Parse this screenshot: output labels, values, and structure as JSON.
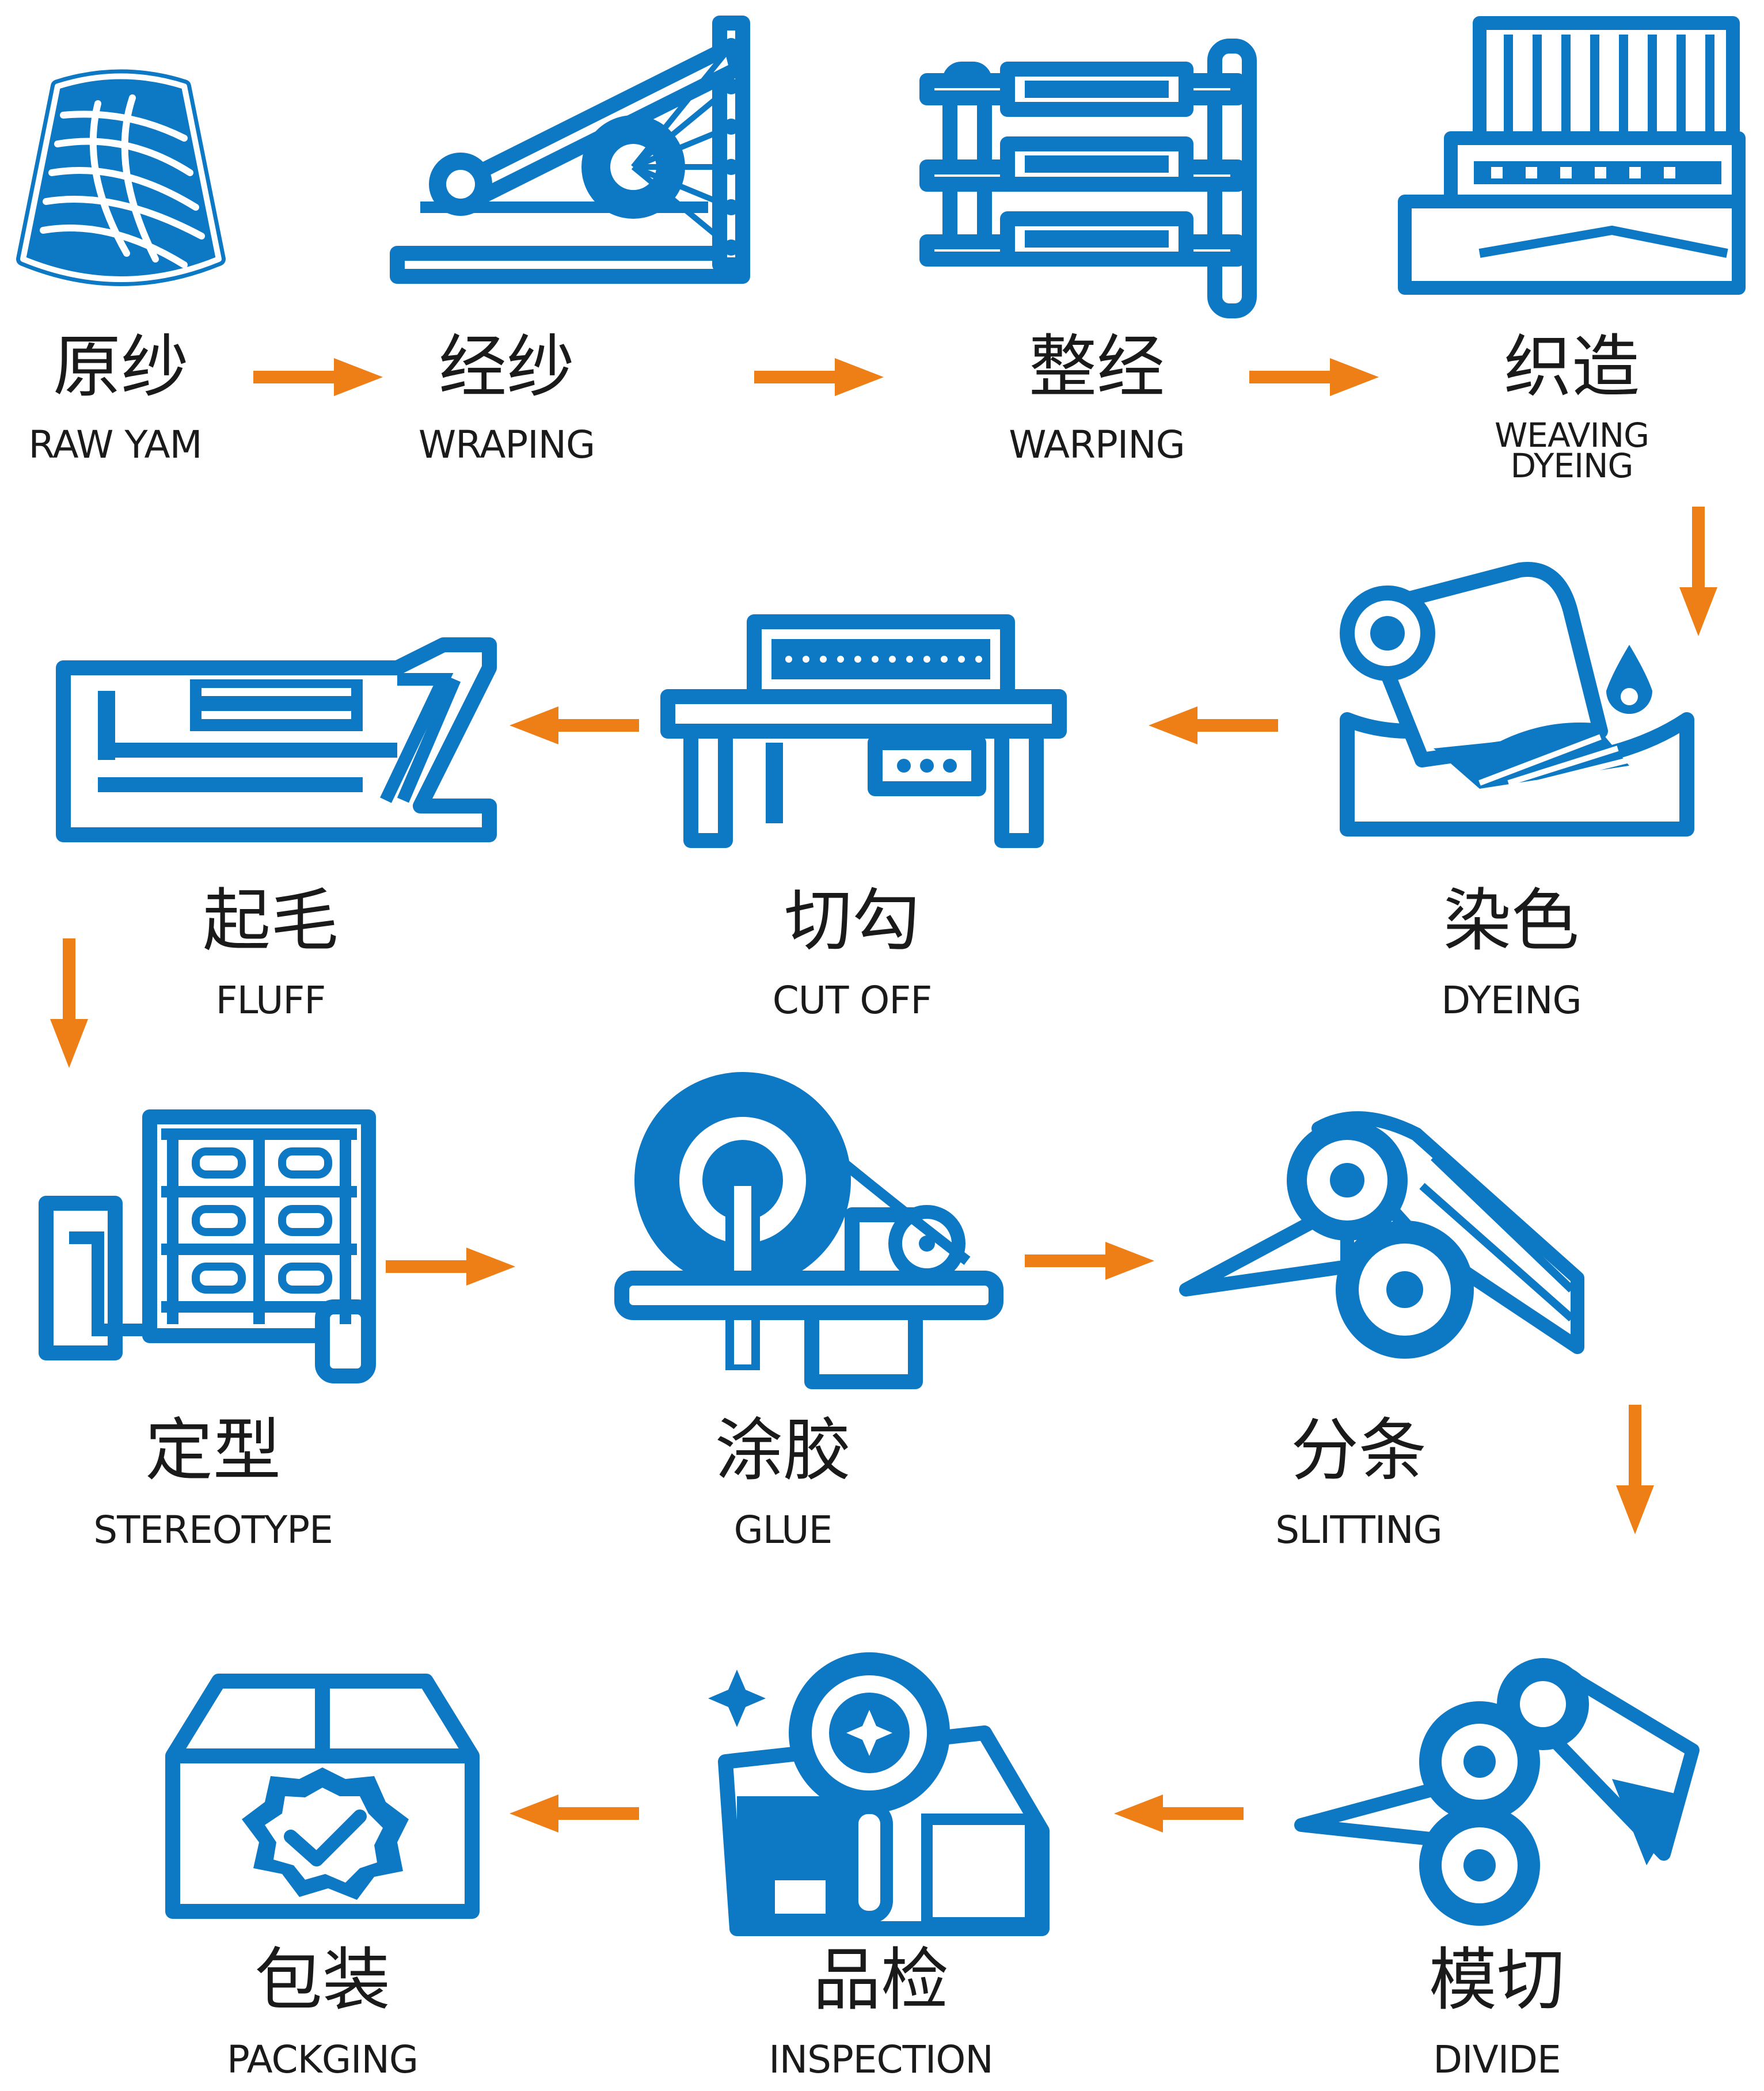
{
  "colors": {
    "icon_blue": "#0d78c4",
    "arrow_orange": "#ee7f17",
    "text": "#1a1a1a"
  },
  "steps": [
    {
      "zh": "原纱",
      "en": "RAW YAM",
      "icon": "yarn-cone-icon"
    },
    {
      "zh": "经纱",
      "en": "WRAPING",
      "icon": "warp-frame-icon"
    },
    {
      "zh": "整经",
      "en": "WARPING",
      "icon": "warping-machine-icon"
    },
    {
      "zh": "织造",
      "en": "WEAVING\nDYEING",
      "icon": "loom-icon"
    },
    {
      "zh": "染色",
      "en": "DYEING",
      "icon": "dye-vat-icon"
    },
    {
      "zh": "切勾",
      "en": "CUT OFF",
      "icon": "cutting-machine-icon"
    },
    {
      "zh": "起毛",
      "en": "FLUFF",
      "icon": "raising-machine-icon"
    },
    {
      "zh": "定型",
      "en": "STEREOTYPE",
      "icon": "setting-machine-icon"
    },
    {
      "zh": "涂胶",
      "en": "GLUE",
      "icon": "glue-roller-icon"
    },
    {
      "zh": "分条",
      "en": "SLITTING",
      "icon": "slitting-rolls-icon"
    },
    {
      "zh": "模切",
      "en": "DIVIDE",
      "icon": "die-cut-rolls-icon"
    },
    {
      "zh": "品检",
      "en": "INSPECTION",
      "icon": "magnifier-inspection-icon"
    },
    {
      "zh": "包装",
      "en": "PACKGING",
      "icon": "package-box-icon"
    }
  ]
}
